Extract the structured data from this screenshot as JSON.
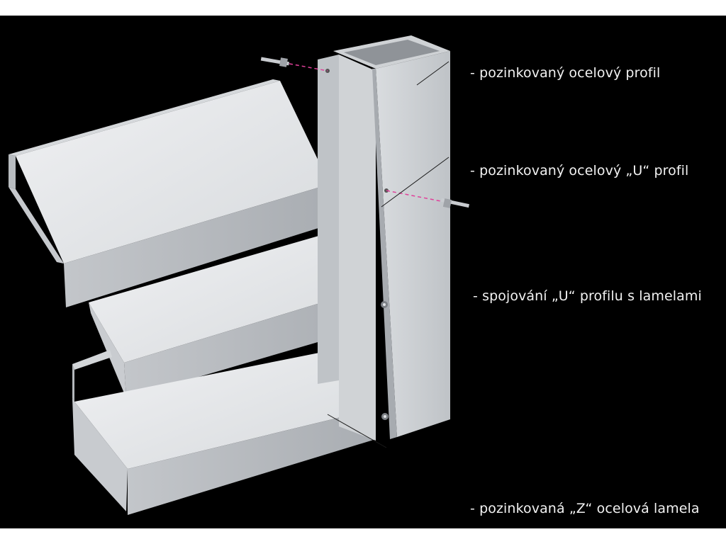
{
  "labels": {
    "steel_profile": "- pozinkovaný ocelový profil",
    "u_profile": "- pozinkovaný ocelový „U“ profil",
    "joining": "- spojování „U“ profilu s lamelami",
    "z_lamella": "- pozinkovaná „Z“ ocelová lamela"
  },
  "colors": {
    "background": "#000000",
    "text": "#f2f2f2",
    "metal_light": "#e6e8ea",
    "metal_mid": "#c9ccd0",
    "metal_dark": "#9a9ea3",
    "dashed_line": "#e0409a"
  }
}
